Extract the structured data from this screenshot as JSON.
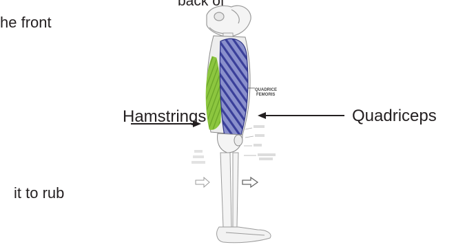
{
  "fragments": {
    "top_right": "back of",
    "top_left": "he front",
    "bottom": "it to rub"
  },
  "labels": {
    "hamstrings": "Hamstrings",
    "quadriceps": "Quadriceps"
  },
  "colors": {
    "hamstrings_fill": "#8cc63f",
    "quadriceps_fill": "#7f86c6",
    "quadriceps_stripe": "#3a3f9a",
    "text": "#231f20"
  },
  "figure": {
    "name": "leg-muscle-illustration",
    "small_labels": [
      "QUADRICE",
      "FEMORIS"
    ]
  }
}
